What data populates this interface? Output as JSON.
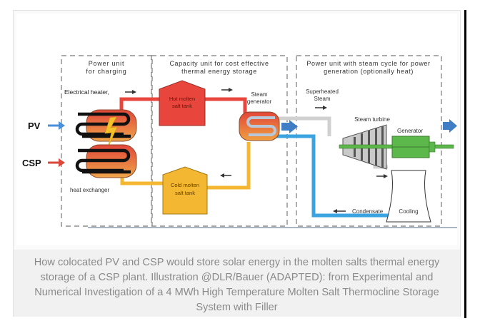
{
  "diagram": {
    "sections": [
      {
        "id": "charging",
        "title_lines": [
          "Power unit",
          "for charging"
        ]
      },
      {
        "id": "storage",
        "title_lines": [
          "Capacity unit for cost effective",
          "thermal energy storage"
        ]
      },
      {
        "id": "generation",
        "title_lines": [
          "Power unit with steam cycle for power",
          "generation (optionally heat)"
        ]
      }
    ],
    "inputs": {
      "pv": {
        "label": "PV",
        "arrow_color": "#4a90d9"
      },
      "csp": {
        "label": "CSP",
        "arrow_color": "#d9483b"
      }
    },
    "labels": {
      "electrical_heater": "Electrical heater,",
      "heat_exchanger": "heat exchanger",
      "hot_tank_line1": "Hot molten",
      "hot_tank_line2": "salt tank",
      "cold_tank_line1": "Cold molten",
      "cold_tank_line2": "salt tank",
      "steam_generator_line1": "Steam",
      "steam_generator_line2": "generator",
      "superheated_line1": "Superheated",
      "superheated_line2": "Steam",
      "steam_turbine": "Steam turbine",
      "generator": "Generator",
      "condensate": "Condensate",
      "cooling": "Cooling"
    },
    "colors": {
      "hot_salt": "#e8453c",
      "cold_salt": "#f4b731",
      "steam": "#d0d0d0",
      "water": "#3ba3e0",
      "generator": "#5cb84a",
      "output_arrow": "#3f7ec4"
    }
  },
  "caption": "How colocated PV and CSP would store solar energy in the molten salts thermal energy storage of a CSP plant. Illustration  @DLR/Bauer (ADAPTED): from Experimental and Numerical Investigation of a 4 MWh High Temperature Molten Salt Thermocline Storage System with Filler"
}
